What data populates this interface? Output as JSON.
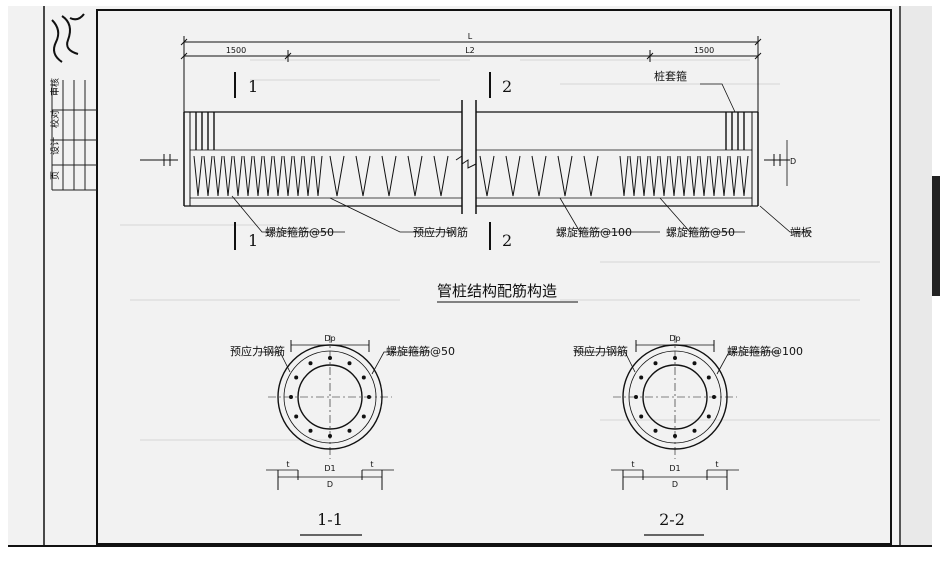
{
  "drawing": {
    "title": "管桩结构配筋构造",
    "callouts": {
      "pile_sleeve_hoop": "桩套箍",
      "spiral_hoop_50": "螺旋箍筋@50",
      "prestressed_bar": "预应力钢筋",
      "spiral_hoop_100": "螺旋箍筋@100",
      "spiral_hoop_50_right": "螺旋箍筋@50",
      "end_plate": "端板"
    },
    "dimensions": {
      "total_length": "L",
      "left_segment": "1500",
      "middle_segment": "L2",
      "right_segment": "1500",
      "diameter": "D"
    },
    "section_markers": [
      "1",
      "1",
      "2",
      "2"
    ]
  },
  "sections": [
    {
      "label": "1-1",
      "left_callout": "预应力钢筋",
      "right_callout": "螺旋箍筋@50",
      "dp": "Dp",
      "d1": "D1",
      "d": "D",
      "t_left": "t",
      "t_right": "t"
    },
    {
      "label": "2-2",
      "left_callout": "预应力钢筋",
      "right_callout": "螺旋箍筋@100",
      "dp": "Dp",
      "d1": "D1",
      "d": "D",
      "t_left": "t",
      "t_right": "t"
    }
  ],
  "signature_block": {
    "row1": "审核",
    "row2": "校对",
    "row3": "设计",
    "row4": "页"
  }
}
